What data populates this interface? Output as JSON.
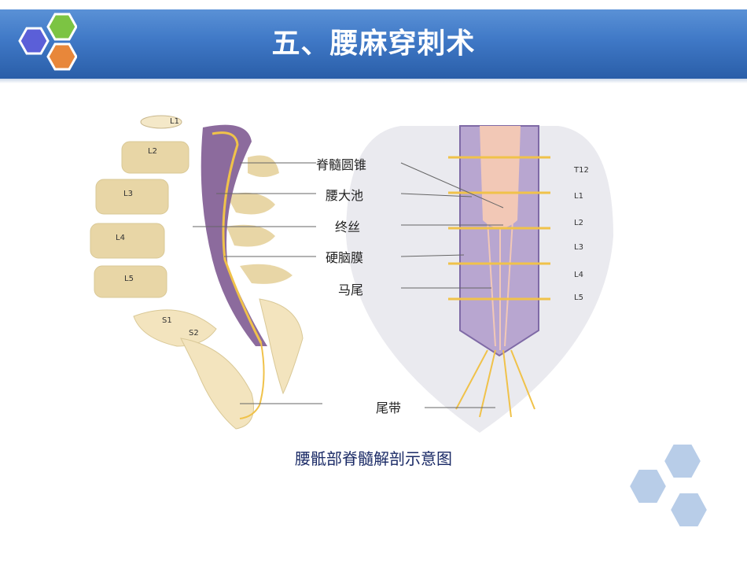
{
  "slide": {
    "title": "五、腰麻穿刺术",
    "caption": "腰骶部脊髓解剖示意图",
    "colors": {
      "header": "#3f78c6",
      "hex_blue": "#5b5fd8",
      "hex_green": "#7cc443",
      "hex_orange": "#e8873a",
      "hex_light": "#b8cde8"
    }
  },
  "diagram": {
    "labels": [
      "脊髓圆锥",
      "腰大池",
      "终丝",
      "硬脑膜",
      "马尾",
      "尾带"
    ],
    "side_vertebrae": [
      "L1",
      "L2",
      "L3",
      "L4",
      "L5",
      "S1",
      "S2"
    ],
    "front_vertebrae": [
      "T12",
      "L1",
      "L2",
      "L3",
      "L4",
      "L5"
    ]
  }
}
